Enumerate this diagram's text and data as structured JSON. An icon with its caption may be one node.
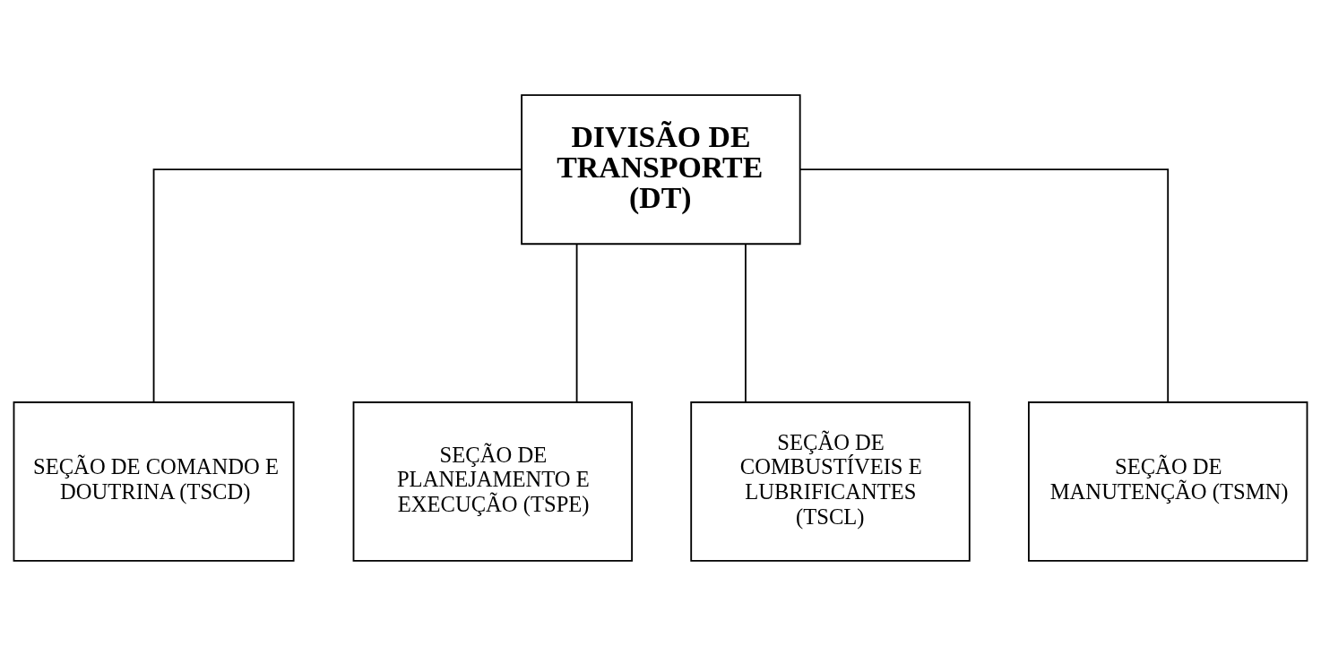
{
  "diagram": {
    "nodes": [
      {
        "text": [
          "DIVISÃO DE TRANSPORTE (DT)"
        ]
      },
      {
        "text": [
          "SEÇÃO DE COMANDO E DOUTRINA (TSCD)"
        ]
      },
      {
        "text": [
          "SEÇÃO DE PLANEJAMENTO E EXECUÇÃO (TSPE)"
        ]
      },
      {
        "text": [
          "SEÇÃO DE COMBUSTÍVEIS E LUBRIFICANTES (TSCL)"
        ]
      },
      {
        "text": [
          "SEÇÃO DE MANUTENÇÃO (TSMN)"
        ]
      }
    ],
    "edges": [
      {
        "from": 0,
        "to": 1,
        "arrow": "none"
      },
      {
        "from": 0,
        "to": 2,
        "arrow": "none"
      },
      {
        "from": 0,
        "to": 3,
        "arrow": "none"
      },
      {
        "from": 0,
        "to": 4,
        "arrow": "none"
      }
    ]
  }
}
